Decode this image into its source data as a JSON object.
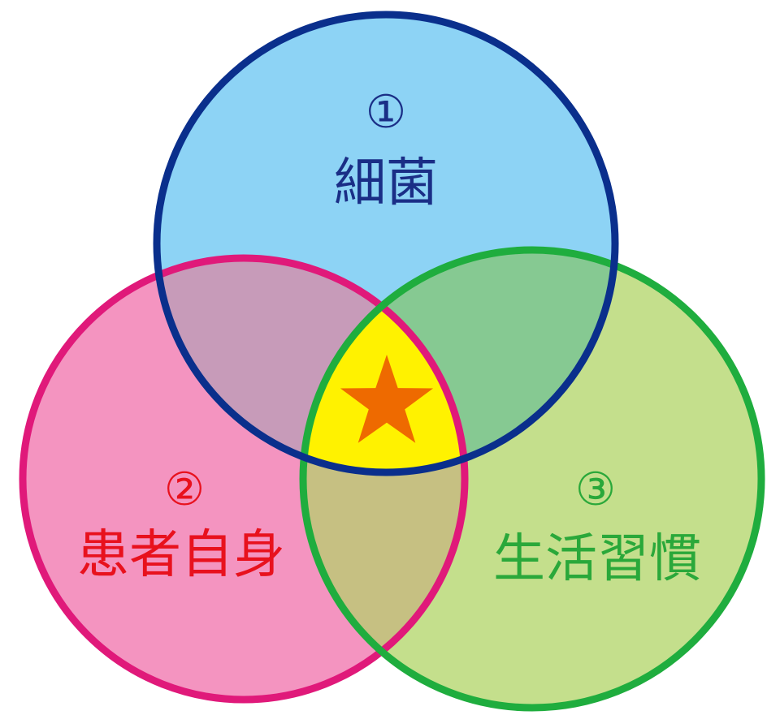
{
  "circles": [
    {
      "id": "bacteria",
      "number": "①",
      "label": "細菌",
      "fill": "#8dd3f5",
      "stroke": "#0a2f8c",
      "text_color": "#1a2e86"
    },
    {
      "id": "patient",
      "number": "②",
      "label": "患者自身",
      "fill": "#f494c0",
      "stroke": "#e0197a",
      "text_color": "#e8111d"
    },
    {
      "id": "lifestyle",
      "number": "③",
      "label": "生活習慣",
      "fill": "#c4df8c",
      "stroke": "#1fad3e",
      "text_color": "#2aa83a"
    }
  ],
  "overlaps": {
    "bacteria_patient": "#c79bb9",
    "bacteria_lifestyle": "#86c992",
    "patient_lifestyle": "#c6c082",
    "all_three": "#fff200"
  },
  "center_marker": {
    "icon": "star-icon",
    "color": "#ee6a00"
  }
}
